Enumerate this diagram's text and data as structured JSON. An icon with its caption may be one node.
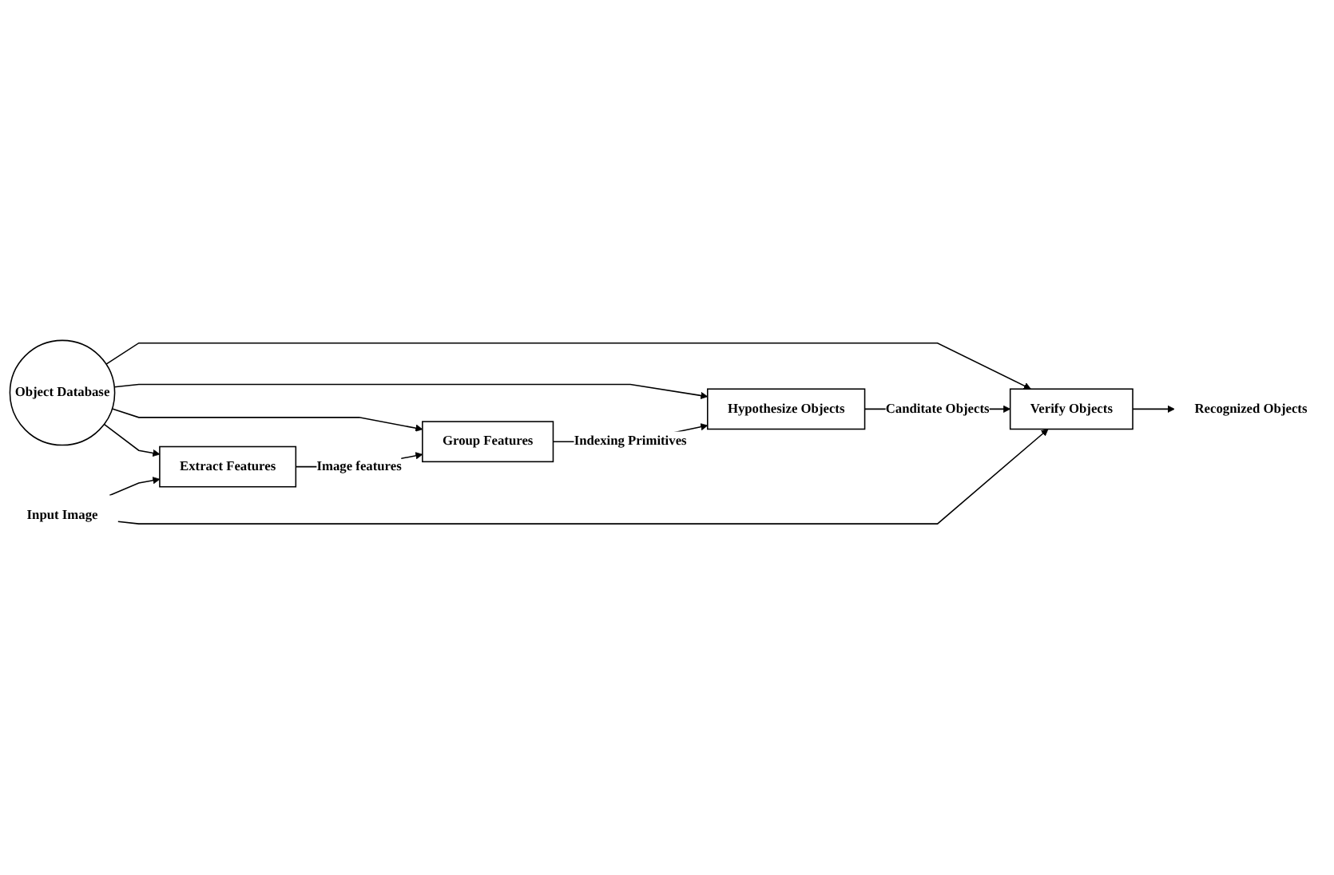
{
  "diagram": {
    "nodes": [
      {
        "text": [
          "Object Database"
        ]
      },
      {
        "text": [
          "Verify Objects"
        ]
      },
      {
        "text": [
          "Hypothesize Objects"
        ]
      },
      {
        "text": [
          "Group Features"
        ]
      },
      {
        "text": [
          "Extract Features"
        ]
      },
      {
        "text": [
          "Input Image"
        ]
      },
      {
        "text": [
          "Recognized Objects"
        ]
      }
    ],
    "edges": [
      {
        "from": 0,
        "to": 1,
        "arrow": "to"
      },
      {
        "from": 0,
        "to": 2,
        "arrow": "to"
      },
      {
        "from": 0,
        "to": 4,
        "arrow": "to"
      },
      {
        "from": 0,
        "to": 3,
        "arrow": "to"
      },
      {
        "from": 4,
        "to": 3,
        "arrow": "to",
        "label": "Image features"
      },
      {
        "from": 3,
        "to": 2,
        "arrow": "to",
        "label": "Indexing Primitives"
      },
      {
        "from": 2,
        "to": 1,
        "arrow": "to",
        "label": "Canditate Objects"
      },
      {
        "from": 5,
        "to": 4,
        "arrow": "to"
      },
      {
        "from": 5,
        "to": 1,
        "arrow": "to"
      },
      {
        "from": 1,
        "to": 6,
        "arrow": "to"
      }
    ]
  }
}
